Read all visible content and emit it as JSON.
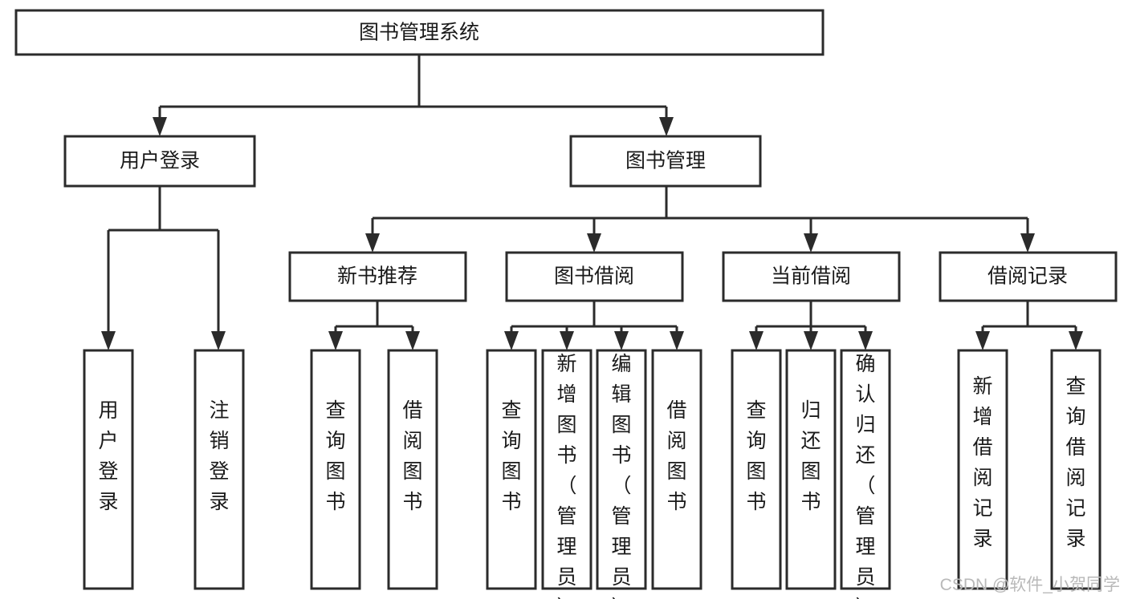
{
  "diagram": {
    "title": "图书管理系统",
    "type": "hierarchy-tree",
    "levels": [
      {
        "level": 1,
        "nodes": [
          {
            "id": "root",
            "label": "图书管理系统",
            "orientation": "horizontal"
          }
        ]
      },
      {
        "level": 2,
        "nodes": [
          {
            "id": "login",
            "label": "用户登录",
            "orientation": "horizontal",
            "parent": "root"
          },
          {
            "id": "bookmgmt",
            "label": "图书管理",
            "orientation": "horizontal",
            "parent": "root"
          }
        ]
      },
      {
        "level": 3,
        "nodes": [
          {
            "id": "newbook",
            "label": "新书推荐",
            "orientation": "horizontal",
            "parent": "bookmgmt"
          },
          {
            "id": "borrow",
            "label": "图书借阅",
            "orientation": "horizontal",
            "parent": "bookmgmt"
          },
          {
            "id": "current",
            "label": "当前借阅",
            "orientation": "horizontal",
            "parent": "bookmgmt"
          },
          {
            "id": "records",
            "label": "借阅记录",
            "orientation": "horizontal",
            "parent": "bookmgmt"
          }
        ]
      },
      {
        "level": 4,
        "nodes": [
          {
            "id": "leaf-user-login",
            "label": "用户登录",
            "orientation": "vertical",
            "parent": "login"
          },
          {
            "id": "leaf-user-logout",
            "label": "注销登录",
            "orientation": "vertical",
            "parent": "login"
          },
          {
            "id": "leaf-newbook-query",
            "label": "查询图书",
            "orientation": "vertical",
            "parent": "newbook"
          },
          {
            "id": "leaf-newbook-borrow",
            "label": "借阅图书",
            "orientation": "vertical",
            "parent": "newbook"
          },
          {
            "id": "leaf-borrow-query",
            "label": "查询图书",
            "orientation": "vertical",
            "parent": "borrow"
          },
          {
            "id": "leaf-borrow-add",
            "label": "新增图书（管理员）",
            "orientation": "vertical",
            "parent": "borrow"
          },
          {
            "id": "leaf-borrow-edit",
            "label": "编辑图书（管理员）",
            "orientation": "vertical",
            "parent": "borrow"
          },
          {
            "id": "leaf-borrow-lend",
            "label": "借阅图书",
            "orientation": "vertical",
            "parent": "borrow"
          },
          {
            "id": "leaf-current-query",
            "label": "查询图书",
            "orientation": "vertical",
            "parent": "current"
          },
          {
            "id": "leaf-current-return",
            "label": "归还图书",
            "orientation": "vertical",
            "parent": "current"
          },
          {
            "id": "leaf-current-confirm",
            "label": "确认归还（管理员）",
            "orientation": "vertical",
            "parent": "current"
          },
          {
            "id": "leaf-records-add",
            "label": "新增借阅记录",
            "orientation": "vertical",
            "parent": "records"
          },
          {
            "id": "leaf-records-query",
            "label": "查询借阅记录",
            "orientation": "vertical",
            "parent": "records"
          }
        ]
      }
    ]
  },
  "watermark": {
    "text": "CSDN @软件_小贺同学"
  },
  "colors": {
    "box_stroke": "#2b2b2b",
    "box_fill": "#ffffff",
    "text": "#1a1a1a",
    "background": "#ffffff",
    "watermark": "#b9b9b9"
  }
}
